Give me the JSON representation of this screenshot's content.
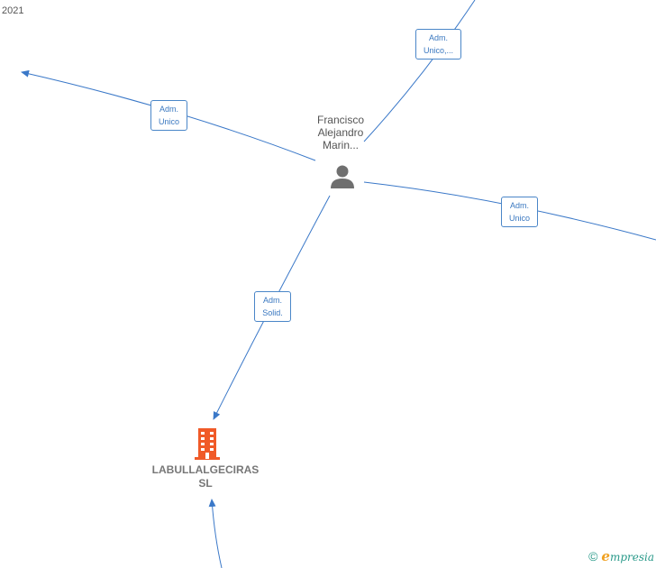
{
  "year_label": "2021",
  "person": {
    "name_lines": [
      "Francisco",
      "Alejandro",
      "Marin..."
    ],
    "icon": "person-icon"
  },
  "company": {
    "name_lines": [
      "LABULLALGECIRAS",
      "SL"
    ],
    "icon": "building-icon",
    "color": "#f05a28"
  },
  "edges": [
    {
      "label_lines": [
        "Adm.",
        "Unico,..."
      ]
    },
    {
      "label_lines": [
        "Adm.",
        "Unico"
      ]
    },
    {
      "label_lines": [
        "Adm.",
        "Unico"
      ]
    },
    {
      "label_lines": [
        "Adm.",
        "Solid."
      ]
    }
  ],
  "colors": {
    "edge": "#3a78c8",
    "label_text": "#3a78c0",
    "node_text": "#555555"
  },
  "brand": {
    "copyright_symbol": "©",
    "logo_initial": "e",
    "logo_rest": "mpresia"
  }
}
